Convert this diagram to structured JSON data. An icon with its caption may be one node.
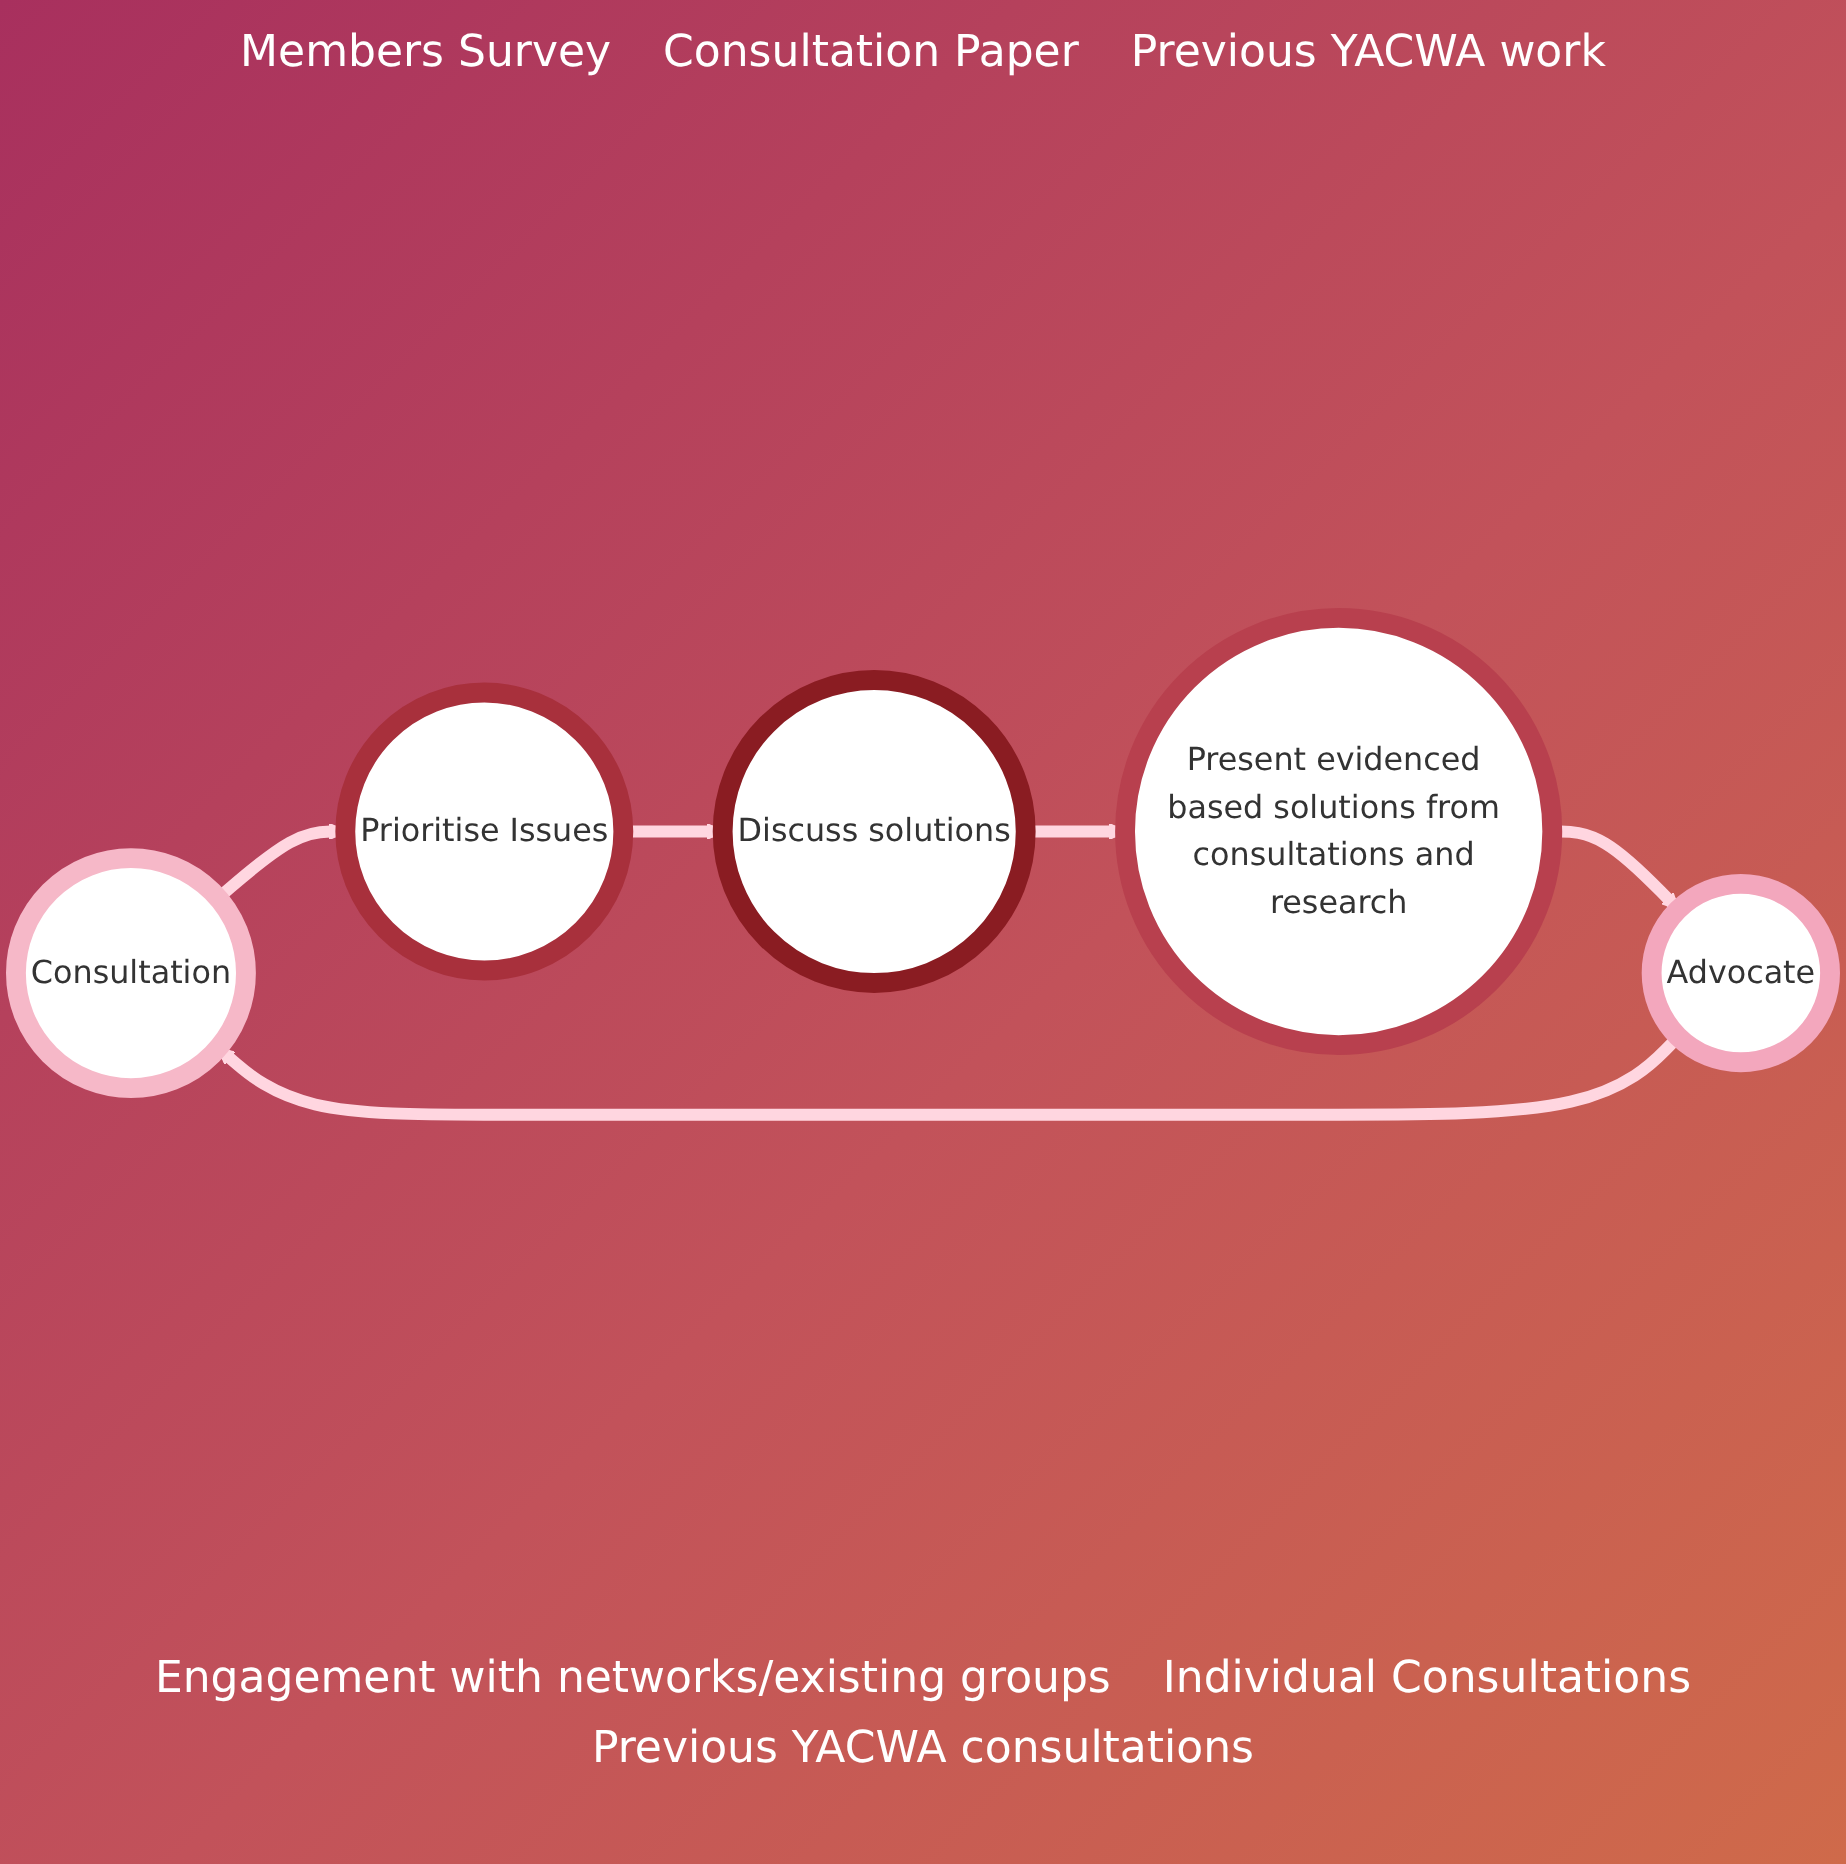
{
  "diagram": {
    "nodes": [
      {
        "text": [
          "Consultation"
        ]
      },
      {
        "text": [
          "Prioritise Issues"
        ]
      },
      {
        "text": [
          "Discuss solutions"
        ]
      },
      {
        "text": [
          "Present evidenced based solutions from consultations and research"
        ]
      },
      {
        "text": [
          "Advocate"
        ]
      }
    ],
    "edges": [
      {
        "from": 0,
        "to": 1,
        "arrow": "to"
      },
      {
        "from": 1,
        "to": 2,
        "arrow": "to"
      },
      {
        "from": 2,
        "to": 3,
        "arrow": "to"
      },
      {
        "from": 3,
        "to": 4,
        "arrow": "to"
      },
      {
        "from": 4,
        "to": 0,
        "arrow": "to"
      }
    ],
    "labels": [
      "Members Survey",
      "Consultation Paper",
      "Previous YACWA work",
      "Engagement with networks/existing groups",
      "Individual Consultations",
      "Previous YACWA consultations"
    ]
  }
}
